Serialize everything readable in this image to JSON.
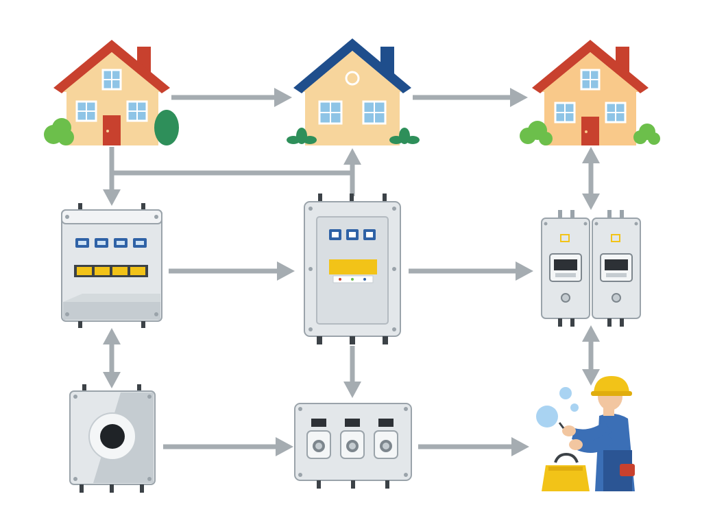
{
  "diagram": {
    "nodes": [
      {
        "id": "house-left",
        "kind": "house",
        "roof_color": "#c8412e"
      },
      {
        "id": "house-center",
        "kind": "house",
        "roof_color": "#1f4e8c"
      },
      {
        "id": "house-right",
        "kind": "house",
        "roof_color": "#c8412e"
      },
      {
        "id": "panel-left",
        "kind": "breaker-panel"
      },
      {
        "id": "panel-center",
        "kind": "distribution-cabinet"
      },
      {
        "id": "panel-right",
        "kind": "dual-meter-cabinet"
      },
      {
        "id": "box-left",
        "kind": "junction-box"
      },
      {
        "id": "box-center",
        "kind": "triple-meter-box"
      },
      {
        "id": "technician",
        "kind": "technician-with-toolbox"
      }
    ],
    "edges": [
      {
        "from": "house-left",
        "to": "house-center",
        "direction": "forward"
      },
      {
        "from": "house-center",
        "to": "house-right",
        "direction": "forward"
      },
      {
        "from": "house-left",
        "to": "panel-left",
        "direction": "forward"
      },
      {
        "from": "house-left",
        "to": "house-center",
        "direction": "forward",
        "route": "elbow-up"
      },
      {
        "from": "house-right",
        "to": "panel-right",
        "direction": "both"
      },
      {
        "from": "panel-left",
        "to": "panel-center",
        "direction": "forward"
      },
      {
        "from": "panel-center",
        "to": "panel-right",
        "direction": "forward"
      },
      {
        "from": "panel-left",
        "to": "box-left",
        "direction": "both"
      },
      {
        "from": "panel-center",
        "to": "box-center",
        "direction": "forward"
      },
      {
        "from": "panel-right",
        "to": "technician",
        "direction": "both"
      },
      {
        "from": "box-left",
        "to": "box-center",
        "direction": "forward"
      },
      {
        "from": "box-center",
        "to": "technician",
        "direction": "forward"
      }
    ],
    "colors": {
      "arrow": "#a5acb1",
      "wall": "#f7d59c",
      "wall_right": "#f9c98a",
      "door": "#c8412e",
      "window": "#8ec4e6",
      "bush": "#6cbf4b",
      "bush_dark": "#2e8f5a",
      "panel": "#e3e7ea",
      "panel_edge": "#9aa3aa",
      "panel_dark": "#c5ccd1",
      "accent_yellow": "#f2c318",
      "accent_blue": "#2f62a6",
      "helmet": "#f2c318",
      "shirt": "#3b6fb6",
      "skin": "#f2c6a0",
      "bubble": "#a9d3f2"
    }
  }
}
